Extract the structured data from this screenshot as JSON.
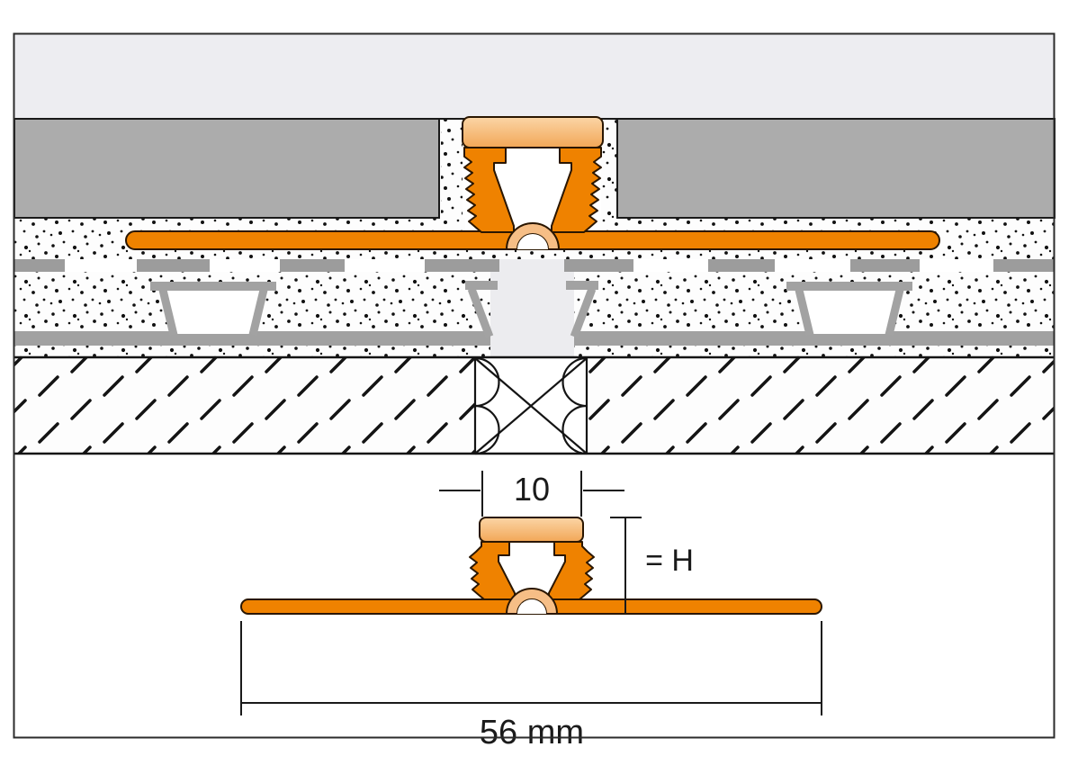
{
  "drawing": {
    "title": "Expansion joint movement profile cross-section",
    "annotations": {
      "joint_width_label": "10",
      "profile_height_label": "= H",
      "overall_width_label": "56 mm"
    },
    "colors": {
      "profile_orange": "#EF8200",
      "profile_peach_light": "#FBD5A6",
      "profile_peach_dark": "#F2A757",
      "arch_peach": "#F6BE86",
      "tile_gray": "#ACACAC",
      "mat_block_gray": "#9C9C9C",
      "panel_gray": "#A1A1A1",
      "background_light": "#EDEDF1",
      "joint_column_gray": "#ECECEF",
      "line_dark": "#1A1A1A"
    }
  }
}
